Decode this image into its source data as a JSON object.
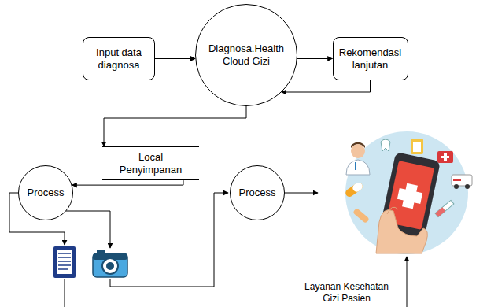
{
  "diagram": {
    "nodes": [
      {
        "text": [
          "Input data diagnosa"
        ]
      },
      {
        "text": [
          "Diagnosa.Health Cloud Gizi"
        ]
      },
      {
        "text": [
          "Rekomendasi lanjutan"
        ]
      },
      {
        "text": [
          "Local Penyimpanan"
        ]
      },
      {
        "text": [
          "Process"
        ]
      },
      {
        "text": [
          "Process"
        ]
      }
    ],
    "edges": [
      {
        "from": 0,
        "to": 1,
        "arrow": "to"
      },
      {
        "from": 1,
        "to": 2,
        "arrow": "to"
      },
      {
        "from": 2,
        "to": 1,
        "arrow": "to"
      },
      {
        "from": 1,
        "to": 3,
        "arrow": "to"
      },
      {
        "from": 3,
        "to": 4,
        "arrow": "to"
      }
    ],
    "labels": [
      "Layanan Kesehatan Gizi Pasien"
    ]
  }
}
